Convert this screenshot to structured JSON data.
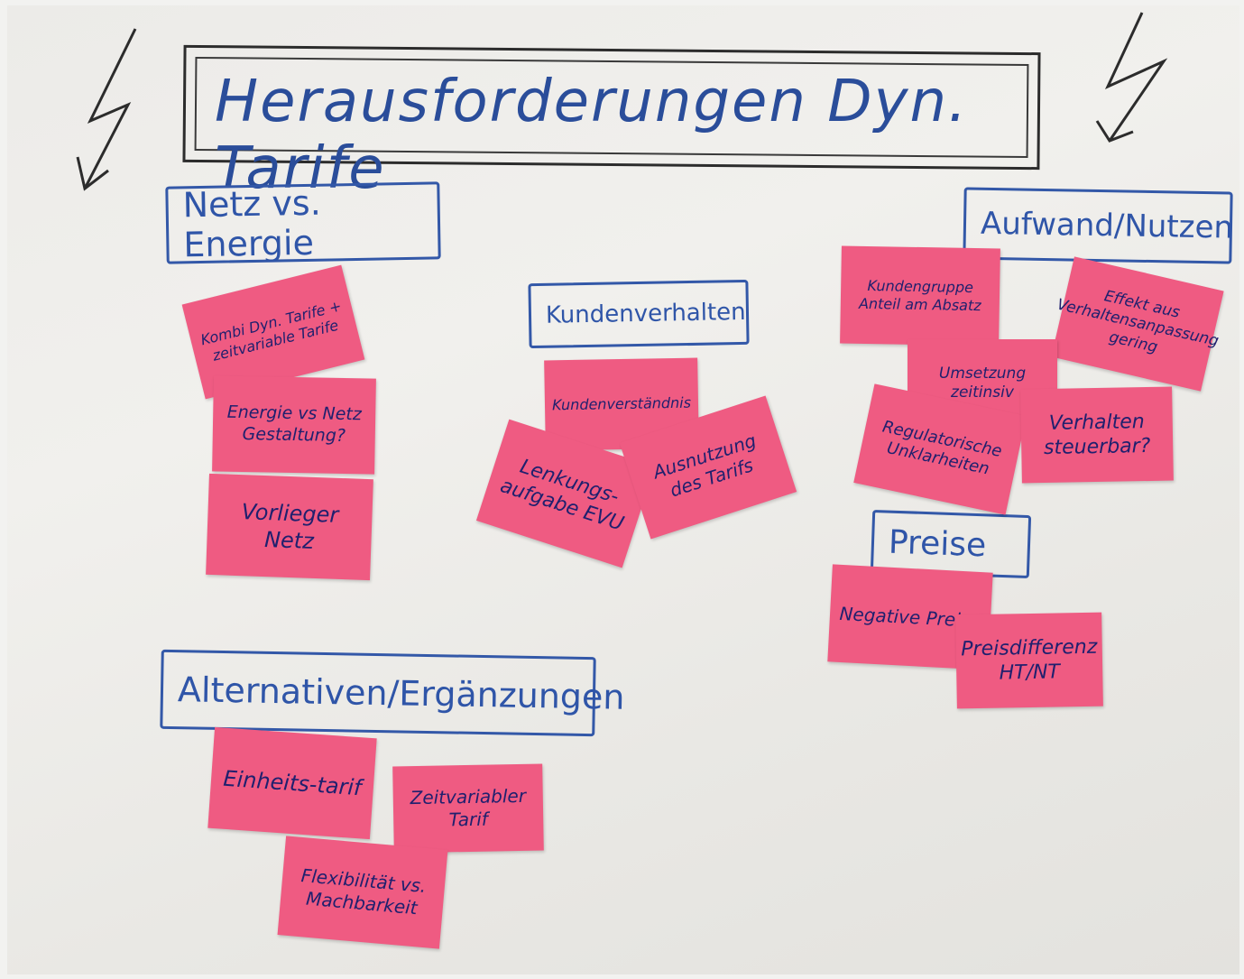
{
  "title": "Herausforderungen Dyn. Tarife",
  "headers": {
    "netz_energie": "Netz vs. Energie",
    "kundenverhalten": "Kundenverhalten",
    "aufwand_nutzen": "Aufwand/Nutzen",
    "preise": "Preise",
    "alternativen": "Alternativen/Ergänzungen"
  },
  "notes": {
    "kombi": "Kombi Dyn. Tarife + zeitvariable Tarife",
    "energie_netz": "Energie vs Netz Gestaltung?",
    "vorlieger": "Vorlieger Netz",
    "kundenverstaendnis": "Kundenverständnis",
    "lenkungsaufgabe": "Lenkungs-aufgabe EVU",
    "ausnutzung": "Ausnutzung des Tarifs",
    "kundengruppe": "Kundengruppe Anteil am Absatz",
    "effekt": "Effekt aus Verhaltensanpassung gering",
    "umsetzung": "Umsetzung zeitinsiv",
    "regulatorisch": "Regulatorische Unklarheiten",
    "verhalten": "Verhalten steuerbar?",
    "negative_preise": "Negative Preise",
    "preisdifferenz": "Preisdifferenz HT/NT",
    "einheitstarif": "Einheits-tarif",
    "zeitvariabler": "Zeitvariabler Tarif",
    "flexibilitaet": "Flexibilität vs. Machbarkeit"
  },
  "colors": {
    "note": "#ef5b82",
    "marker_blue": "#3358a8",
    "marker_black": "#2c2c2c",
    "board": "#ecebe8"
  }
}
